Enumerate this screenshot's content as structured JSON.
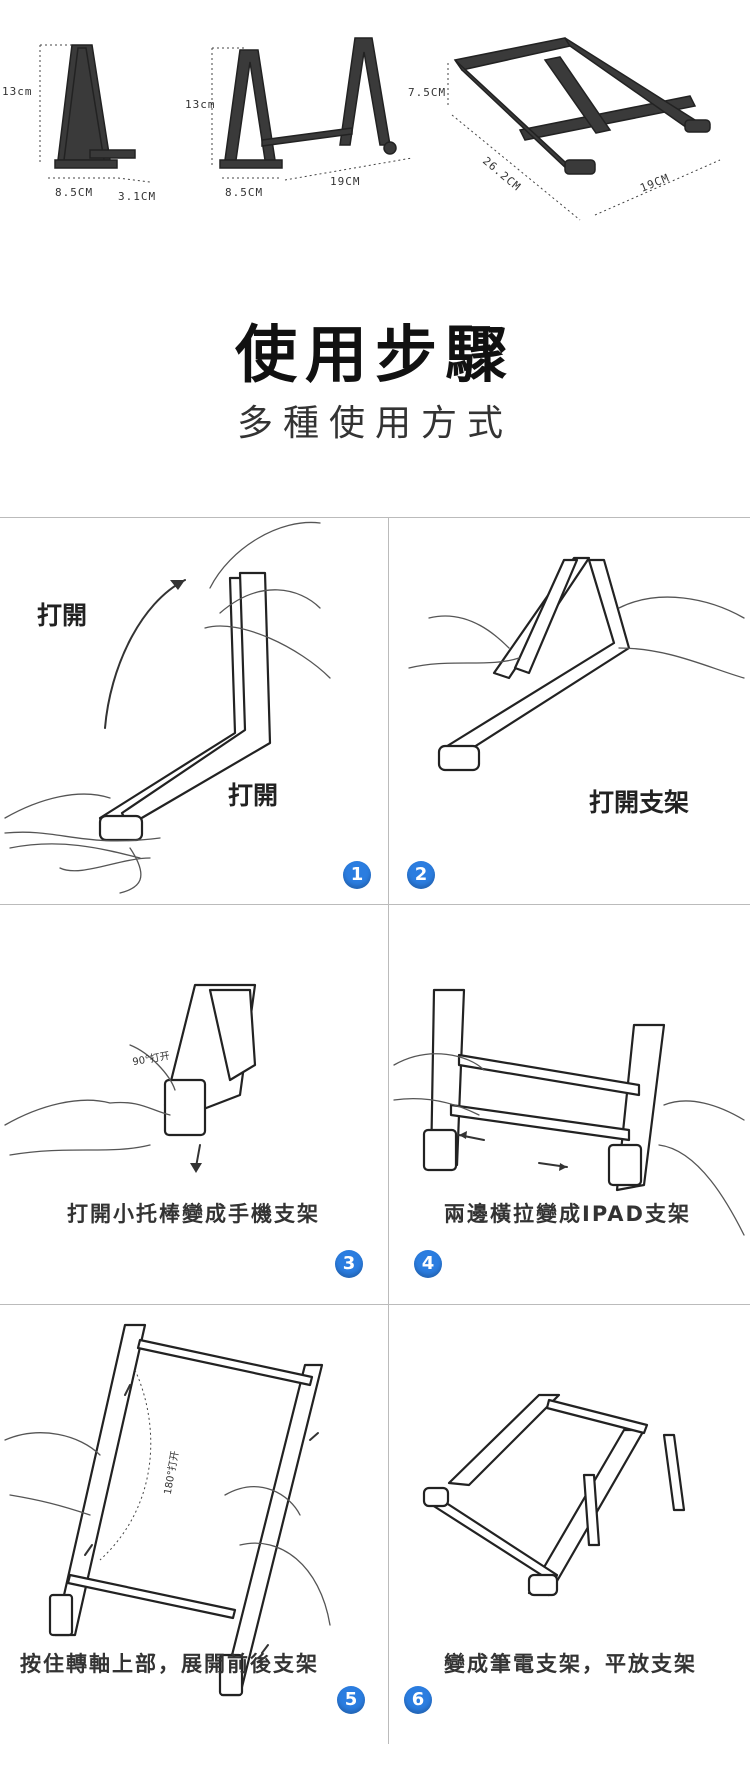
{
  "dimensions": {
    "stand1": {
      "height": "13cm",
      "depth": "8.5CM",
      "foot": "3.1CM"
    },
    "stand2": {
      "height": "13cm",
      "depth": "8.5CM",
      "width": "19CM"
    },
    "stand3": {
      "height": "7.5CM",
      "depth": "26.2CM",
      "width": "19CM"
    }
  },
  "heading": {
    "title": "使用步驟",
    "subtitle": "多種使用方式"
  },
  "steps": [
    {
      "number": "1",
      "label": "打開",
      "caption": "打開",
      "annotation": ""
    },
    {
      "number": "2",
      "label": "",
      "caption": "打開支架",
      "annotation": ""
    },
    {
      "number": "3",
      "label": "",
      "caption": "打開小托棒變成手機支架",
      "annotation": "90°打开"
    },
    {
      "number": "4",
      "label": "",
      "caption": "兩邊橫拉變成IPAD支架",
      "annotation": ""
    },
    {
      "number": "5",
      "label": "",
      "caption": "按住轉軸上部，展開前後支架",
      "annotation": "180°打开"
    },
    {
      "number": "6",
      "label": "",
      "caption": "變成筆電支架，平放支架",
      "annotation": ""
    }
  ],
  "colors": {
    "badge": "#2b7de0",
    "product": "#3a3a3a",
    "divider": "#bbbbbb"
  }
}
